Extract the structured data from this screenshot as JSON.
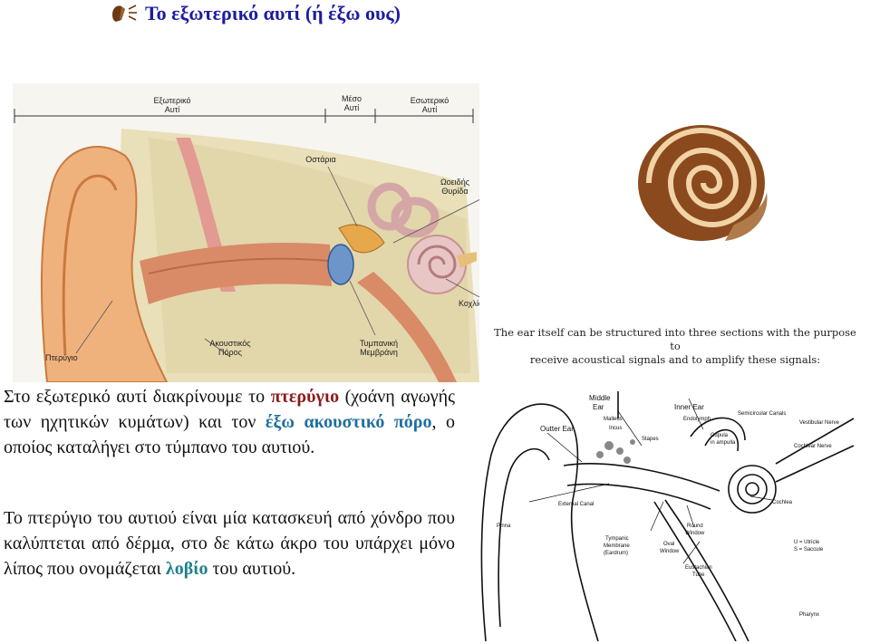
{
  "title": "Το εξωτερικό αυτί (ή έξω ους)",
  "figure_top": {
    "labels": {
      "outer_ear_1": "Εξωτερικό",
      "outer_ear_2": "Αυτί",
      "middle_ear_1": "Μέσο",
      "middle_ear_2": "Αυτί",
      "inner_ear_1": "Εσωτερικό",
      "inner_ear_2": "Αυτί",
      "ossicles": "Οστάρια",
      "oval_window_1": "Ωοειδής",
      "oval_window_2": "Θυρίδα",
      "cochlea": "Κοχλίας",
      "canal_1": "Ακουστικός",
      "canal_2": "Πόρος",
      "tympanic_1": "Τυμπανική",
      "tympanic_2": "Μεμβράνη",
      "pinna": "Πτερύγιο"
    }
  },
  "caption": {
    "line1": "The ear itself can be structured into three sections with the purpose to",
    "line2": "receive acoustical signals and to amplify these signals:"
  },
  "figure_bottom": {
    "labels": {
      "middle_ear_1": "Middle",
      "middle_ear_2": "Ear",
      "inner_ear": "Inner Ear",
      "outter_ear": "Outter Ear",
      "malleus": "Malleus",
      "incus": "Incus",
      "endolymph": "Endolymph",
      "semicircular": "Semicircular Canals",
      "vestibular": "Vestibular Nerve",
      "stapes": "Stapes",
      "cupula_1": "Cupula",
      "cupula_2": "in ampulla",
      "cochlear_nerve": "Cochlear Nerve",
      "external_canal": "External Canal",
      "cochlea": "Cochlea",
      "pinna": "Pinna",
      "round_window_1": "Round",
      "round_window_2": "Window",
      "tympanic_1": "Tympanic",
      "tympanic_2": "Membrane",
      "tympanic_3": "(Eardrum)",
      "oval_window_1": "Oval",
      "oval_window_2": "Window",
      "utricle": "U = Utricle",
      "saccule": "S = Saccule",
      "eustachian_1": "Eustachian",
      "eustachian_2": "Tube",
      "pharynx": "Pharynx"
    }
  },
  "paragraph1": {
    "t1": "Στο εξωτερικό αυτί διακρίνουμε το ",
    "pinna": "πτερύγιο",
    "t2": " (χοάνη αγωγής των ηχητικών κυμάτων) και τον ",
    "canal": "έξω ακουστικό πόρο",
    "t3": ", ο οποίος καταλήγει στο τύμπανο του αυτιού."
  },
  "paragraph2": {
    "t1": "Το πτερύγιο του αυτιού είναι μία κατασκευή από χόνδρο που καλύπτεται από δέρμα, στο δε κάτω άκρο του υπάρχει μόνο λίπος που ονομάζεται ",
    "lobe": "λοβίο",
    "t2": " του αυτιού."
  }
}
